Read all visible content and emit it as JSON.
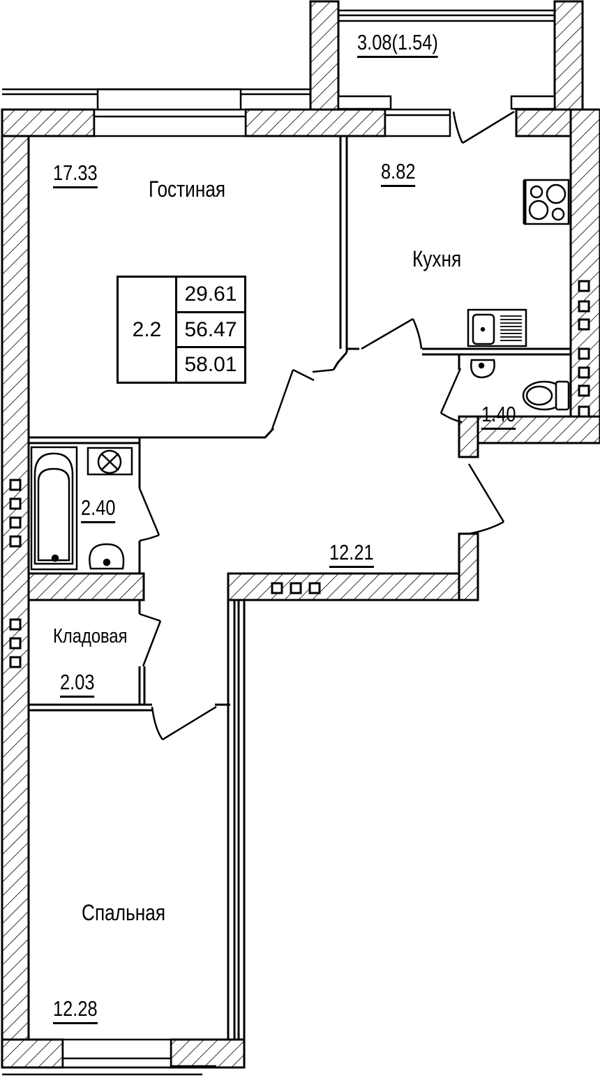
{
  "plan": {
    "type": "apartment-floor-plan",
    "summary": {
      "rooms_code": "2.2",
      "living_area": "29.61",
      "total_area": "56.47",
      "total_area_with_balcony": "58.01"
    },
    "rooms": [
      {
        "id": "living",
        "name": "Гостиная",
        "area": "17.33"
      },
      {
        "id": "kitchen",
        "name": "Кухня",
        "area": "8.82"
      },
      {
        "id": "balcony",
        "name": "",
        "area": "3.08(1.54)"
      },
      {
        "id": "wc",
        "name": "",
        "area": "1.40"
      },
      {
        "id": "bathroom",
        "name": "",
        "area": "2.40"
      },
      {
        "id": "hall",
        "name": "",
        "area": "12.21"
      },
      {
        "id": "storage",
        "name": "Кладовая",
        "area": "2.03"
      },
      {
        "id": "bedroom",
        "name": "Спальная",
        "area": "12.28"
      }
    ],
    "colors": {
      "line": "#000000",
      "background": "#ffffff"
    }
  }
}
